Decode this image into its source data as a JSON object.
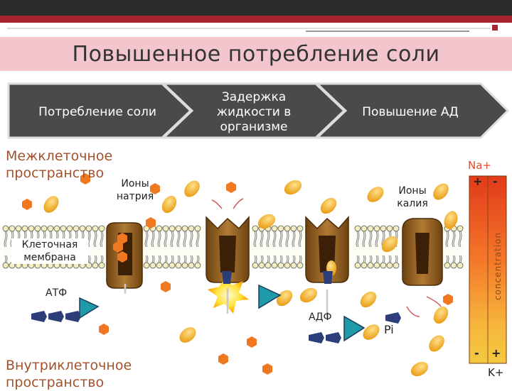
{
  "slide": {
    "title": "Повышенное потребление соли"
  },
  "process": {
    "steps": [
      {
        "label": "Потребление соли"
      },
      {
        "label": "Задержка жидкости в организме"
      },
      {
        "label": "Повышение АД"
      }
    ]
  },
  "diagram": {
    "extracellular_label": "Межклеточное пространство",
    "intracellular_label": "Внутриклеточное пространство",
    "sodium_ions_label": "Ионы натрия",
    "potassium_ions_label": "Ионы калия",
    "membrane_label": "Клеточная мембрана",
    "atp_label": "АТФ",
    "adp_label": "АДФ",
    "pi_label": "Pi",
    "gradient": {
      "top_label": "Na+",
      "bottom_label": "K+",
      "axis_label": "concentration",
      "top_left_sign": "+",
      "top_right_sign": "-",
      "bottom_left_sign": "-",
      "bottom_right_sign": "+"
    }
  },
  "colors": {
    "topbar": "#2b2b2b",
    "accent_red": "#a5242d",
    "title_band": "#f2c6cc",
    "chevron": "#4a4a4a",
    "sodium": "#f07820",
    "potassium": "#f2b632",
    "pump": "#8b5a1e",
    "phosphate": "#2c3e7a",
    "arrow_teal": "#1e9aa8"
  }
}
